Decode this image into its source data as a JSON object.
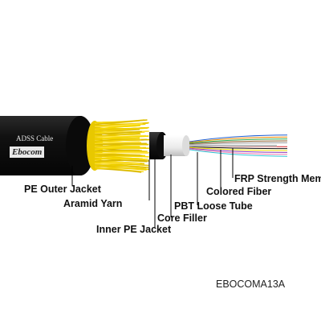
{
  "cable": {
    "print_text": "ADSS Cable",
    "brand": "Ebocom"
  },
  "labels": {
    "frp_strength_member": "FRP Strength Membe",
    "colored_fiber": "Colored Fiber",
    "pbt_loose_tube": "PBT Loose Tube",
    "core_filler": "Core Filler",
    "pe_outer_jacket": "PE Outer Jacket",
    "aramid_yarn": "Aramid Yarn",
    "inner_pe_jacket": "Inner PE Jacket"
  },
  "caption": "EBOCOMA13A",
  "colors": {
    "jacket": "#111111",
    "aramid": "#f2d400",
    "inner_jacket": "#1a1a1a",
    "tube": "#f4f4f4",
    "leader_lines": "#000000"
  }
}
